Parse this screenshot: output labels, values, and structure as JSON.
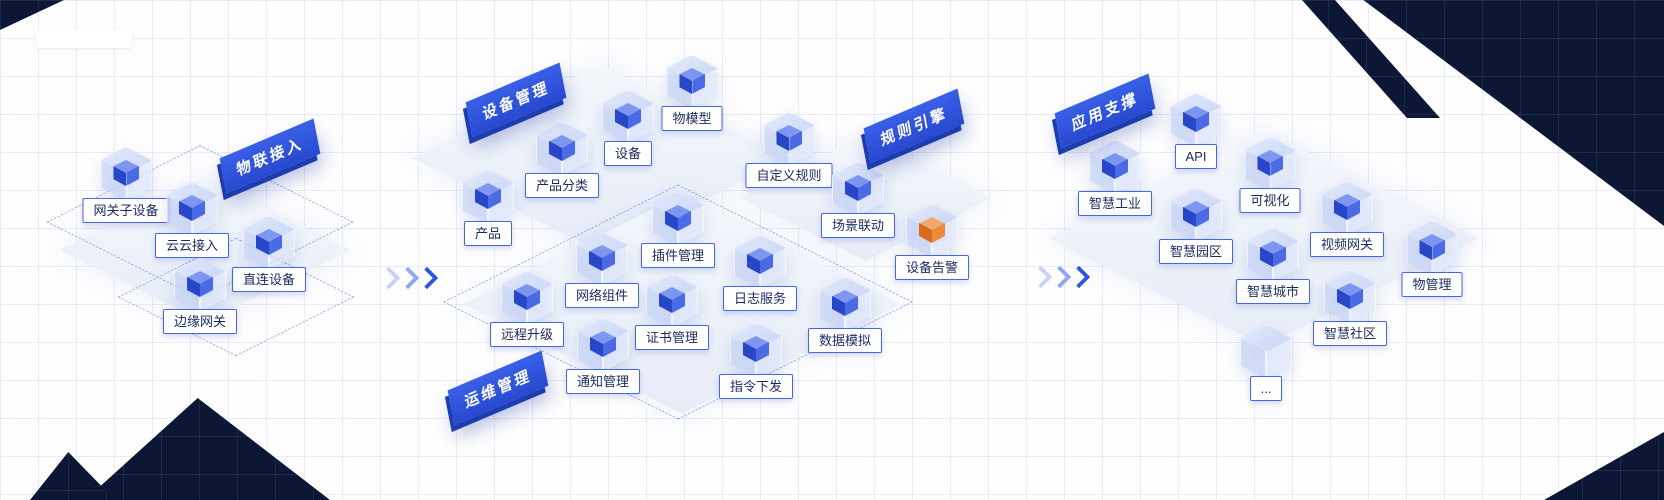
{
  "sections": [
    {
      "id": "iot-access",
      "ribbon": "物联接入",
      "items": [
        {
          "label": "网关子设备",
          "icon": "monitor-icon"
        },
        {
          "label": "云云接入",
          "icon": "cloud-access-icon"
        },
        {
          "label": "直连设备",
          "icon": "link-icon"
        },
        {
          "label": "边缘网关",
          "icon": "edge-gateway-icon"
        }
      ]
    },
    {
      "id": "device-management",
      "ribbon": "设备管理",
      "items": [
        {
          "label": "物模型",
          "icon": "thing-model-icon"
        },
        {
          "label": "设备",
          "icon": "device-stack-icon"
        },
        {
          "label": "产品分类",
          "icon": "product-category-icon"
        },
        {
          "label": "产品",
          "icon": "product-cube-icon"
        }
      ]
    },
    {
      "id": "operations-management",
      "ribbon": "运维管理",
      "items": [
        {
          "label": "插件管理",
          "icon": "plugin-management-icon"
        },
        {
          "label": "网络组件",
          "icon": "network-component-icon"
        },
        {
          "label": "远程升级",
          "icon": "remote-upgrade-icon"
        },
        {
          "label": "证书管理",
          "icon": "certificate-icon"
        },
        {
          "label": "通知管理",
          "icon": "notification-icon"
        },
        {
          "label": "日志服务",
          "icon": "log-service-icon"
        },
        {
          "label": "指令下发",
          "icon": "command-dispatch-icon"
        },
        {
          "label": "数据模拟",
          "icon": "data-simulation-icon"
        }
      ]
    },
    {
      "id": "rule-engine",
      "ribbon": "规则引擎",
      "items": [
        {
          "label": "自定义规则",
          "icon": "custom-rule-icon"
        },
        {
          "label": "场景联动",
          "icon": "scene-linkage-icon"
        },
        {
          "label": "设备告警",
          "icon": "device-alarm-icon",
          "accent": "orange"
        }
      ]
    },
    {
      "id": "application-support",
      "ribbon": "应用支撑",
      "items": [
        {
          "label": "API",
          "icon": "api-globe-icon"
        },
        {
          "label": "智慧工业",
          "icon": "smart-industry-icon"
        },
        {
          "label": "可视化",
          "icon": "visualization-icon"
        },
        {
          "label": "智慧园区",
          "icon": "smart-park-icon"
        },
        {
          "label": "视频网关",
          "icon": "video-gateway-icon"
        },
        {
          "label": "智慧城市",
          "icon": "smart-city-icon"
        },
        {
          "label": "物管理",
          "icon": "thing-management-icon"
        },
        {
          "label": "智慧社区",
          "icon": "smart-community-icon"
        },
        {
          "label": "...",
          "icon": "more-icon"
        }
      ]
    }
  ],
  "colors": {
    "accent": "#2f55dd",
    "ribbon_top": "#3a60e8",
    "ribbon_bottom": "#2749cf",
    "label_border": "#4566e2",
    "label_text": "#1b2a5e",
    "dark_corner": "#0b1734",
    "alarm_accent": "#e8833a"
  }
}
